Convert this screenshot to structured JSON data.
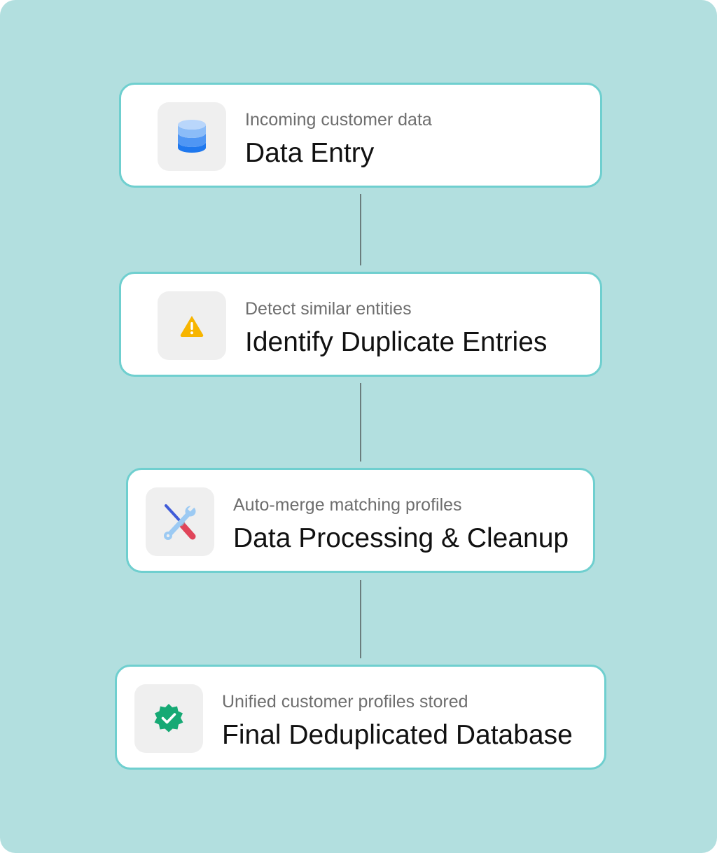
{
  "steps": [
    {
      "subtitle": "Incoming customer data",
      "title": "Data Entry",
      "icon": "database-icon"
    },
    {
      "subtitle": "Detect similar entities",
      "title": "Identify Duplicate Entries",
      "icon": "warning-icon"
    },
    {
      "subtitle": "Auto-merge matching profiles",
      "title": "Data Processing & Cleanup",
      "icon": "tools-icon"
    },
    {
      "subtitle": "Unified customer profiles stored",
      "title": "Final Deduplicated Database",
      "icon": "verified-badge-icon"
    }
  ],
  "colors": {
    "background": "#b2dfdf",
    "card_border": "#6fcfcf",
    "connector": "#6b7d7d",
    "database_blue": "#2a7ff0",
    "warning_yellow": "#f7b500",
    "badge_green": "#16a974",
    "tool_red": "#e0455a"
  }
}
